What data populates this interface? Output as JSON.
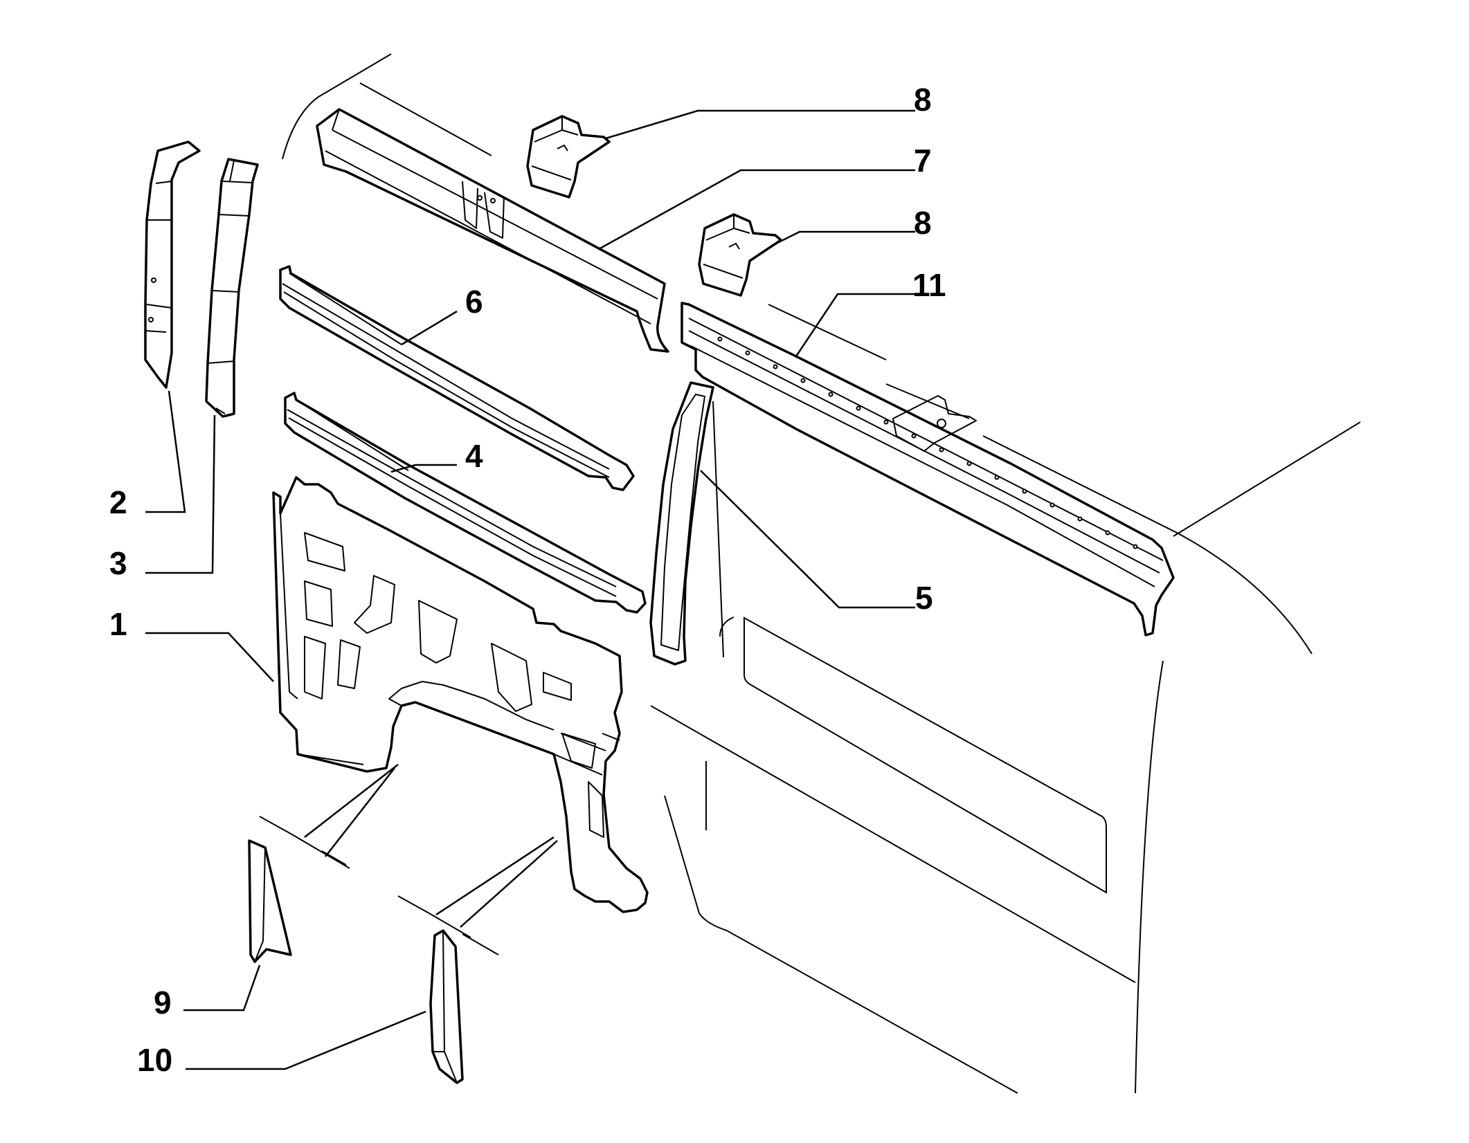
{
  "callouts": {
    "part_1": "1",
    "part_2": "2",
    "part_3": "3",
    "part_4": "4",
    "part_5": "5",
    "part_6": "6",
    "part_7": "7",
    "part_8_upper": "8",
    "part_8_lower": "8",
    "part_9": "9",
    "part_10": "10",
    "part_11": "11"
  }
}
